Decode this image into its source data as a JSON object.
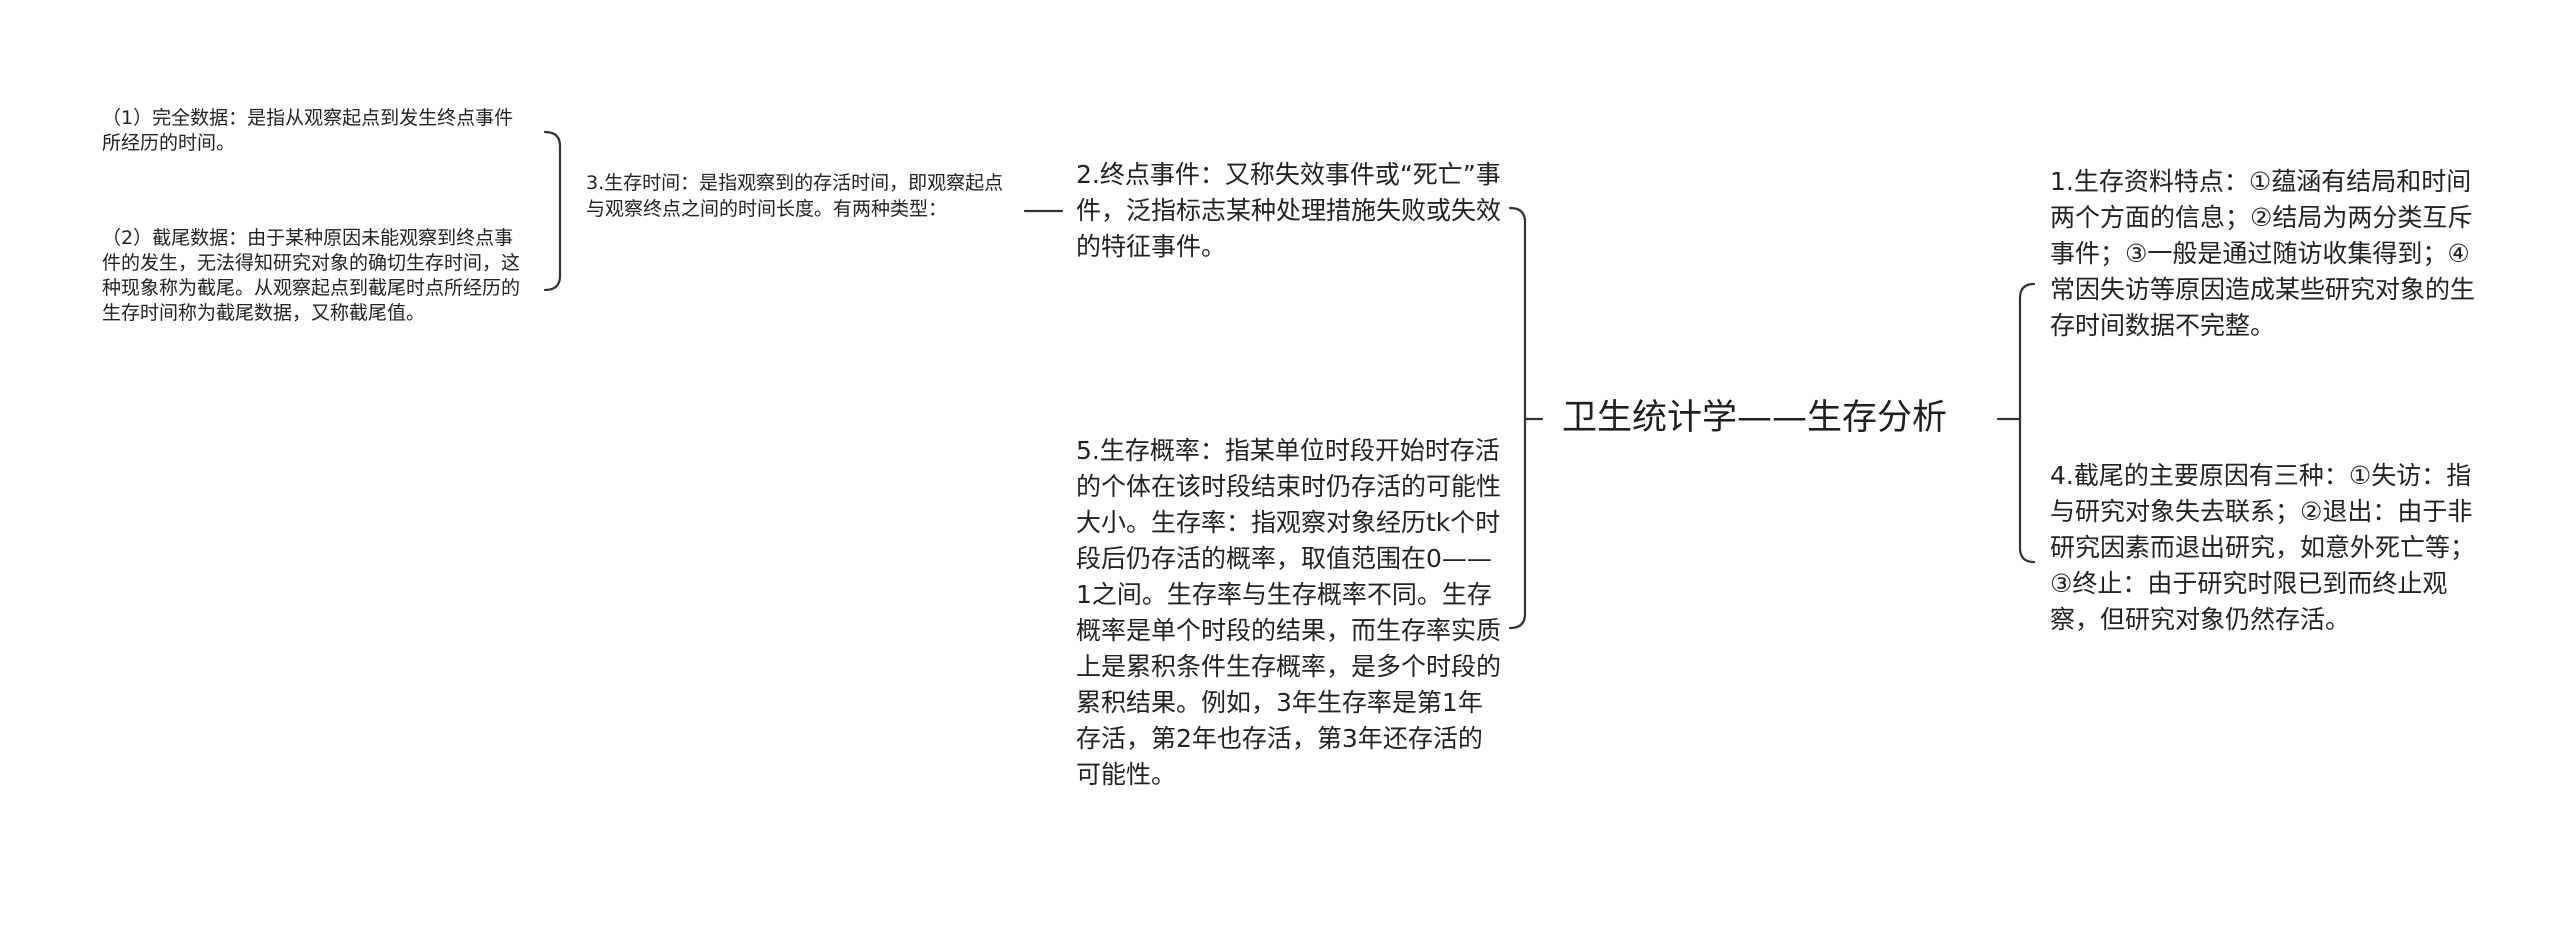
{
  "root": {
    "label": "卫生统计学——生存分析"
  },
  "right": {
    "node1": "1.生存资料特点：①蕴涵有结局和时间两个方面的信息；②结局为两分类互斥事件；③一般是通过随访收集得到；④常因失访等原因造成某些研究对象的生存时间数据不完整。",
    "node4": "4.截尾的主要原因有三种：①失访：指与研究对象失去联系；②退出：由于非研究因素而退出研究，如意外死亡等；③终止：由于研究时限已到而终止观察，但研究对象仍然存活。"
  },
  "left": {
    "node2": "2.终点事件：又称失效事件或“死亡”事件，泛指标志某种处理措施失败或失效的特征事件。",
    "node5": "5.生存概率：指某单位时段开始时存活的个体在该时段结束时仍存活的可能性大小。生存率：指观察对象经历tk个时段后仍存活的概率，取值范围在0——1之间。生存率与生存概率不同。生存概率是单个时段的结果，而生存率实质上是累积条件生存概率，是多个时段的累积结果。例如，3年生存率是第1年存活，第2年也存活，第3年还存活的可能性。",
    "node3": "3.生存时间：是指观察到的存活时间，即观察起点与观察终点之间的时间长度。有两种类型：",
    "node3a": "（1）完全数据：是指从观察起点到发生终点事件所经历的时间。",
    "node3b": "（2）截尾数据：由于某种原因未能观察到终点事件的发生，无法得知研究对象的确切生存时间，这种现象称为截尾。从观察起点到截尾时点所经历的生存时间称为截尾数据，又称截尾值。"
  },
  "style": {
    "line_color": "#333333",
    "text_color": "#222222"
  }
}
